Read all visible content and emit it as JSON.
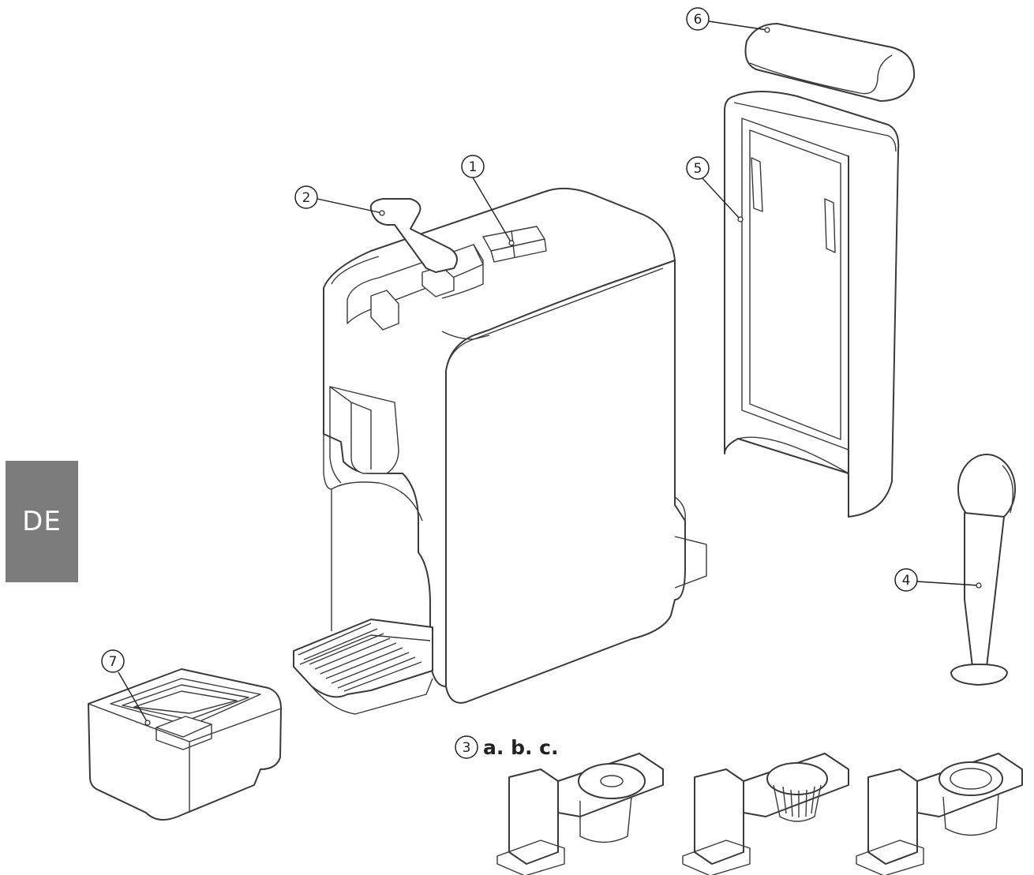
{
  "language_tab": {
    "label": "DE",
    "color": "#7d7c7c"
  },
  "callouts": [
    {
      "number": "1",
      "part": "control-panel"
    },
    {
      "number": "2",
      "part": "lever"
    },
    {
      "number": "3",
      "part": "capsule-adapters"
    },
    {
      "number": "4",
      "part": "tamper"
    },
    {
      "number": "5",
      "part": "water-tank"
    },
    {
      "number": "6",
      "part": "water-tank-lid"
    },
    {
      "number": "7",
      "part": "capsule-container"
    }
  ],
  "adapters_label": "a. b. c."
}
